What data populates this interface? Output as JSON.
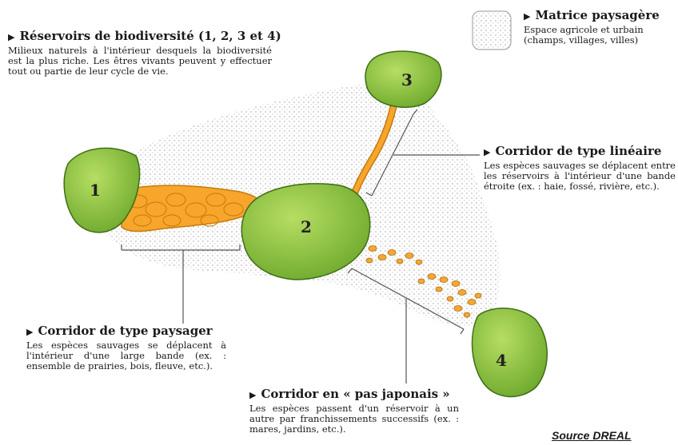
{
  "reservoirs": {
    "title": "Réservoirs de biodiversité (1, 2, 3 et 4)",
    "desc": "Milieux naturels à l'intérieur desquels la biodiversité est la plus riche. Les êtres vivants peuvent y effectuer tout ou partie de leur cycle de vie."
  },
  "matrice": {
    "title": "Matrice paysagère",
    "desc": "Espace agricole et urbain (champs, villages, villes)"
  },
  "corridor_lineaire": {
    "title": "Corridor de type linéaire",
    "desc": "Les espèces sauvages se déplacent entre les réservoirs à l'intérieur d'une bande étroite (ex. : haie, fossé, rivière, etc.)."
  },
  "corridor_paysager": {
    "title": "Corridor de type paysager",
    "desc": "Les espèces sauvages se déplacent à l'intérieur d'une large bande (ex. : ensemble de prairies, bois, fleuve, etc.)."
  },
  "corridor_pas_japonais": {
    "title": "Corridor en « pas japonais »",
    "desc": "Les espèces passent d'un réservoir à un autre par franchissements successifs (ex. : mares, jardins, etc.)."
  },
  "reservoir_numbers": [
    "1",
    "2",
    "3",
    "4"
  ],
  "source": "Source DREAL",
  "colors": {
    "reservoir_green": "#8cc63f",
    "corridor_orange": "#f7a52b",
    "matrix_dots": "#b9b9b9"
  }
}
